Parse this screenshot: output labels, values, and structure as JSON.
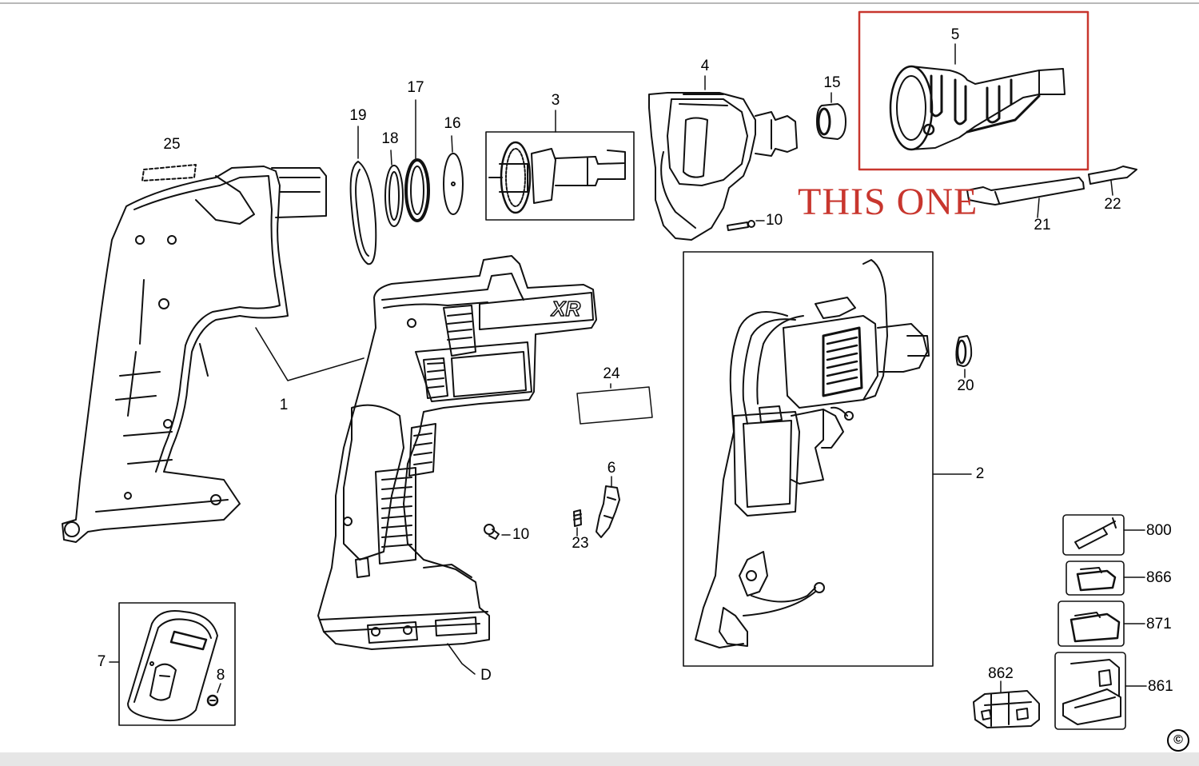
{
  "highlight": {
    "text": "THIS ONE",
    "color": "#c8362e"
  },
  "copyright_symbol": "©",
  "brand_marks": {
    "body_logo": "XR"
  },
  "part_labels": {
    "p1": "1",
    "p2": "2",
    "p3": "3",
    "p4": "4",
    "p5": "5",
    "p6": "6",
    "p7": "7",
    "p8": "8",
    "p10a": "10",
    "p10b": "10",
    "p15": "15",
    "p16": "16",
    "p17": "17",
    "p18": "18",
    "p19": "19",
    "p20": "20",
    "p21": "21",
    "p22": "22",
    "p23": "23",
    "p24": "24",
    "p25": "25",
    "pD": "D",
    "p800": "800",
    "p861": "861",
    "p862": "862",
    "p866": "866",
    "p871": "871"
  }
}
